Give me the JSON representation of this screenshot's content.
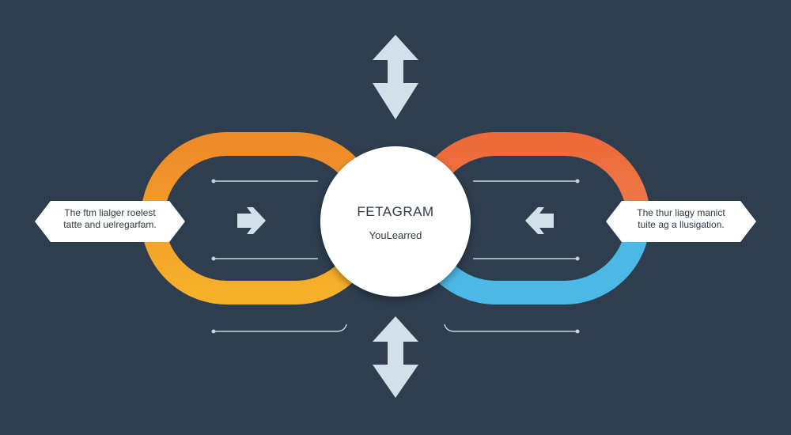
{
  "center": {
    "title": "FETAGRAM",
    "subtitle": "YouLearred"
  },
  "labels": {
    "left": {
      "line1": "The ftm lialger roelest",
      "line2": "tatte and uelregarfam."
    },
    "right": {
      "line1": "The thur liagy manict",
      "line2": "tuite ag a llusigation."
    }
  },
  "colors": {
    "background": "#2e3e4f",
    "left_loop_top": "#ef8a2a",
    "left_loop_bottom": "#f6b12a",
    "right_loop_top": "#ee6a3a",
    "right_loop_bottom": "#4bb8e6",
    "arrow": "#d3e0ea",
    "line": "#c9d3dc"
  },
  "icons": [
    "double-arrow-vertical-icon",
    "chevron-right-icon",
    "chevron-left-icon"
  ]
}
